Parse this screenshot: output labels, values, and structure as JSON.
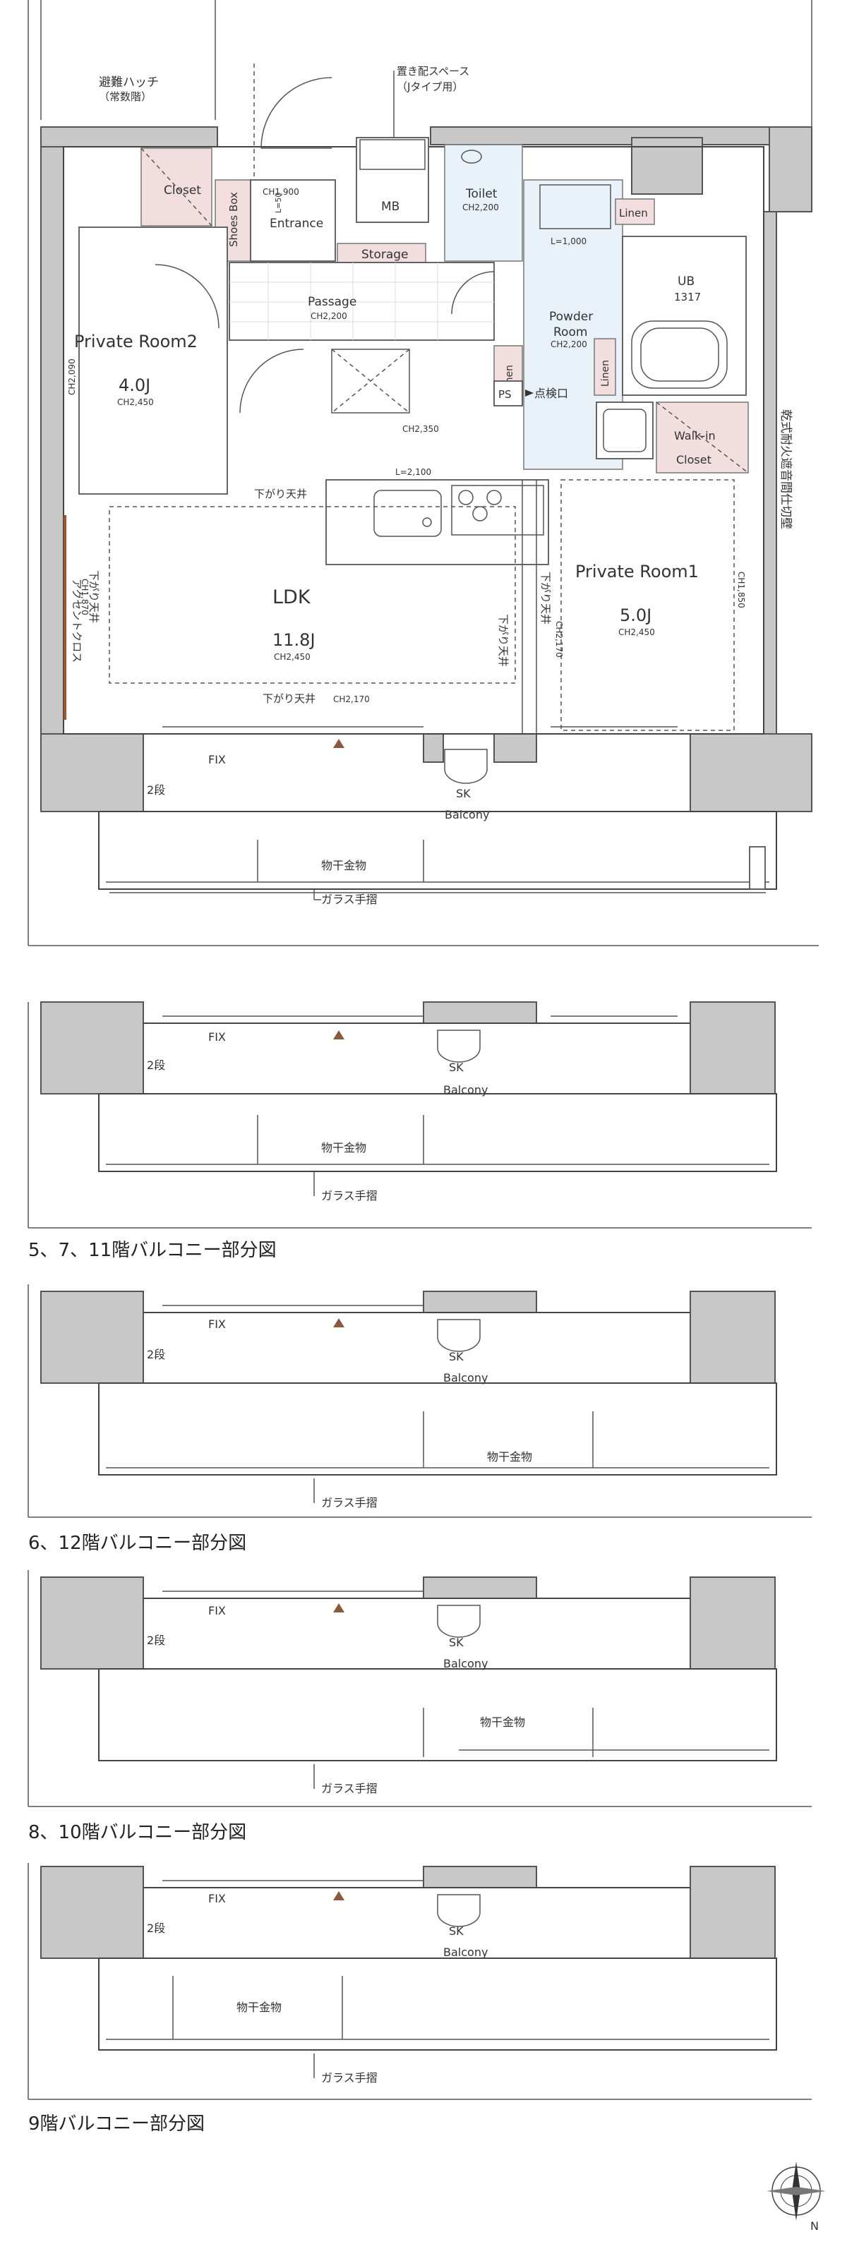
{
  "main_plan": {
    "rooms": {
      "private_room2": {
        "name": "Private Room2",
        "area": "4.0J",
        "ceiling": "CH2,450",
        "ceiling_side": "CH2,090"
      },
      "ldk": {
        "name": "LDK",
        "area": "11.8J",
        "ceiling": "CH2,450"
      },
      "private_room1": {
        "name": "Private Room1",
        "area": "5.0J",
        "ceiling": "CH2,450"
      },
      "passage": {
        "name": "Passage",
        "ceiling": "CH2,200"
      },
      "entrance": {
        "name": "Entrance",
        "ceiling": "CH1,900"
      },
      "powder_room": {
        "name": "Powder\nRoom",
        "name_line1": "Powder",
        "name_line2": "Room",
        "ceiling": "CH2,200"
      },
      "toilet": {
        "name": "Toilet",
        "ceiling": "CH2,200"
      },
      "ub": {
        "name": "UB",
        "size": "1317"
      },
      "walk_in_closet": {
        "line1": "Walk-in",
        "line2": "Closet"
      },
      "closet": "Closet",
      "shoes_box": "Shoes Box",
      "storage": "Storage",
      "mb": "MB",
      "linen_top": "Linen",
      "linen_mid": "Linen",
      "linen_right": "Linen",
      "ps": "PS"
    },
    "labels": {
      "hatch_line1": "避難ハッチ",
      "hatch_line2": "（常数階）",
      "delivery_line1": "置き配スペース",
      "delivery_line2": "（Jタイプ用）",
      "inspection": "点検口",
      "lowered_ceiling": "下がり天井",
      "lowered_ceiling_bottom": "下がり天井",
      "lowered_ceiling_bottom_ch": "CH2,170",
      "lowered_ceiling_vertical": "下がり天井",
      "lowered_ceiling_ldk_right": "下がり天井",
      "lowered_ceiling_left_v": "下がり天井",
      "accent_cloth": "アクセントクロス",
      "ch_left_v": "CH1,870",
      "ch_room1_v": "CH2,170",
      "ch_room1_right": "CH1,850",
      "ch_kitchen": "CH2,350",
      "kitchen_len": "L=2,100",
      "powder_len": "L=1,000",
      "entrance_small": "L=50",
      "fireproof_wall": "乾式耐火遮音間仕切壁",
      "fix": "FIX",
      "step": "2段",
      "sk": "SK",
      "balcony": "Balcony",
      "drying": "物干金物",
      "glass_rail": "ガラス手摺"
    }
  },
  "variants": [
    {
      "caption": "5、7、11階バルコニー部分図",
      "fix": "FIX",
      "step": "2段",
      "sk": "SK",
      "balcony": "Balcony",
      "drying": "物干金物",
      "glass_rail": "ガラス手摺"
    },
    {
      "caption": "6、12階バルコニー部分図",
      "fix": "FIX",
      "step": "2段",
      "sk": "SK",
      "balcony": "Balcony",
      "drying": "物干金物",
      "glass_rail": "ガラス手摺"
    },
    {
      "caption": "8、10階バルコニー部分図",
      "fix": "FIX",
      "step": "2段",
      "sk": "SK",
      "balcony": "Balcony",
      "drying": "物干金物",
      "glass_rail": "ガラス手摺"
    },
    {
      "caption": "9階バルコニー部分図",
      "fix": "FIX",
      "step": "2段",
      "sk": "SK",
      "balcony": "Balcony",
      "drying": "物干金物",
      "glass_rail": "ガラス手摺"
    }
  ],
  "compass": {
    "north": "N"
  }
}
